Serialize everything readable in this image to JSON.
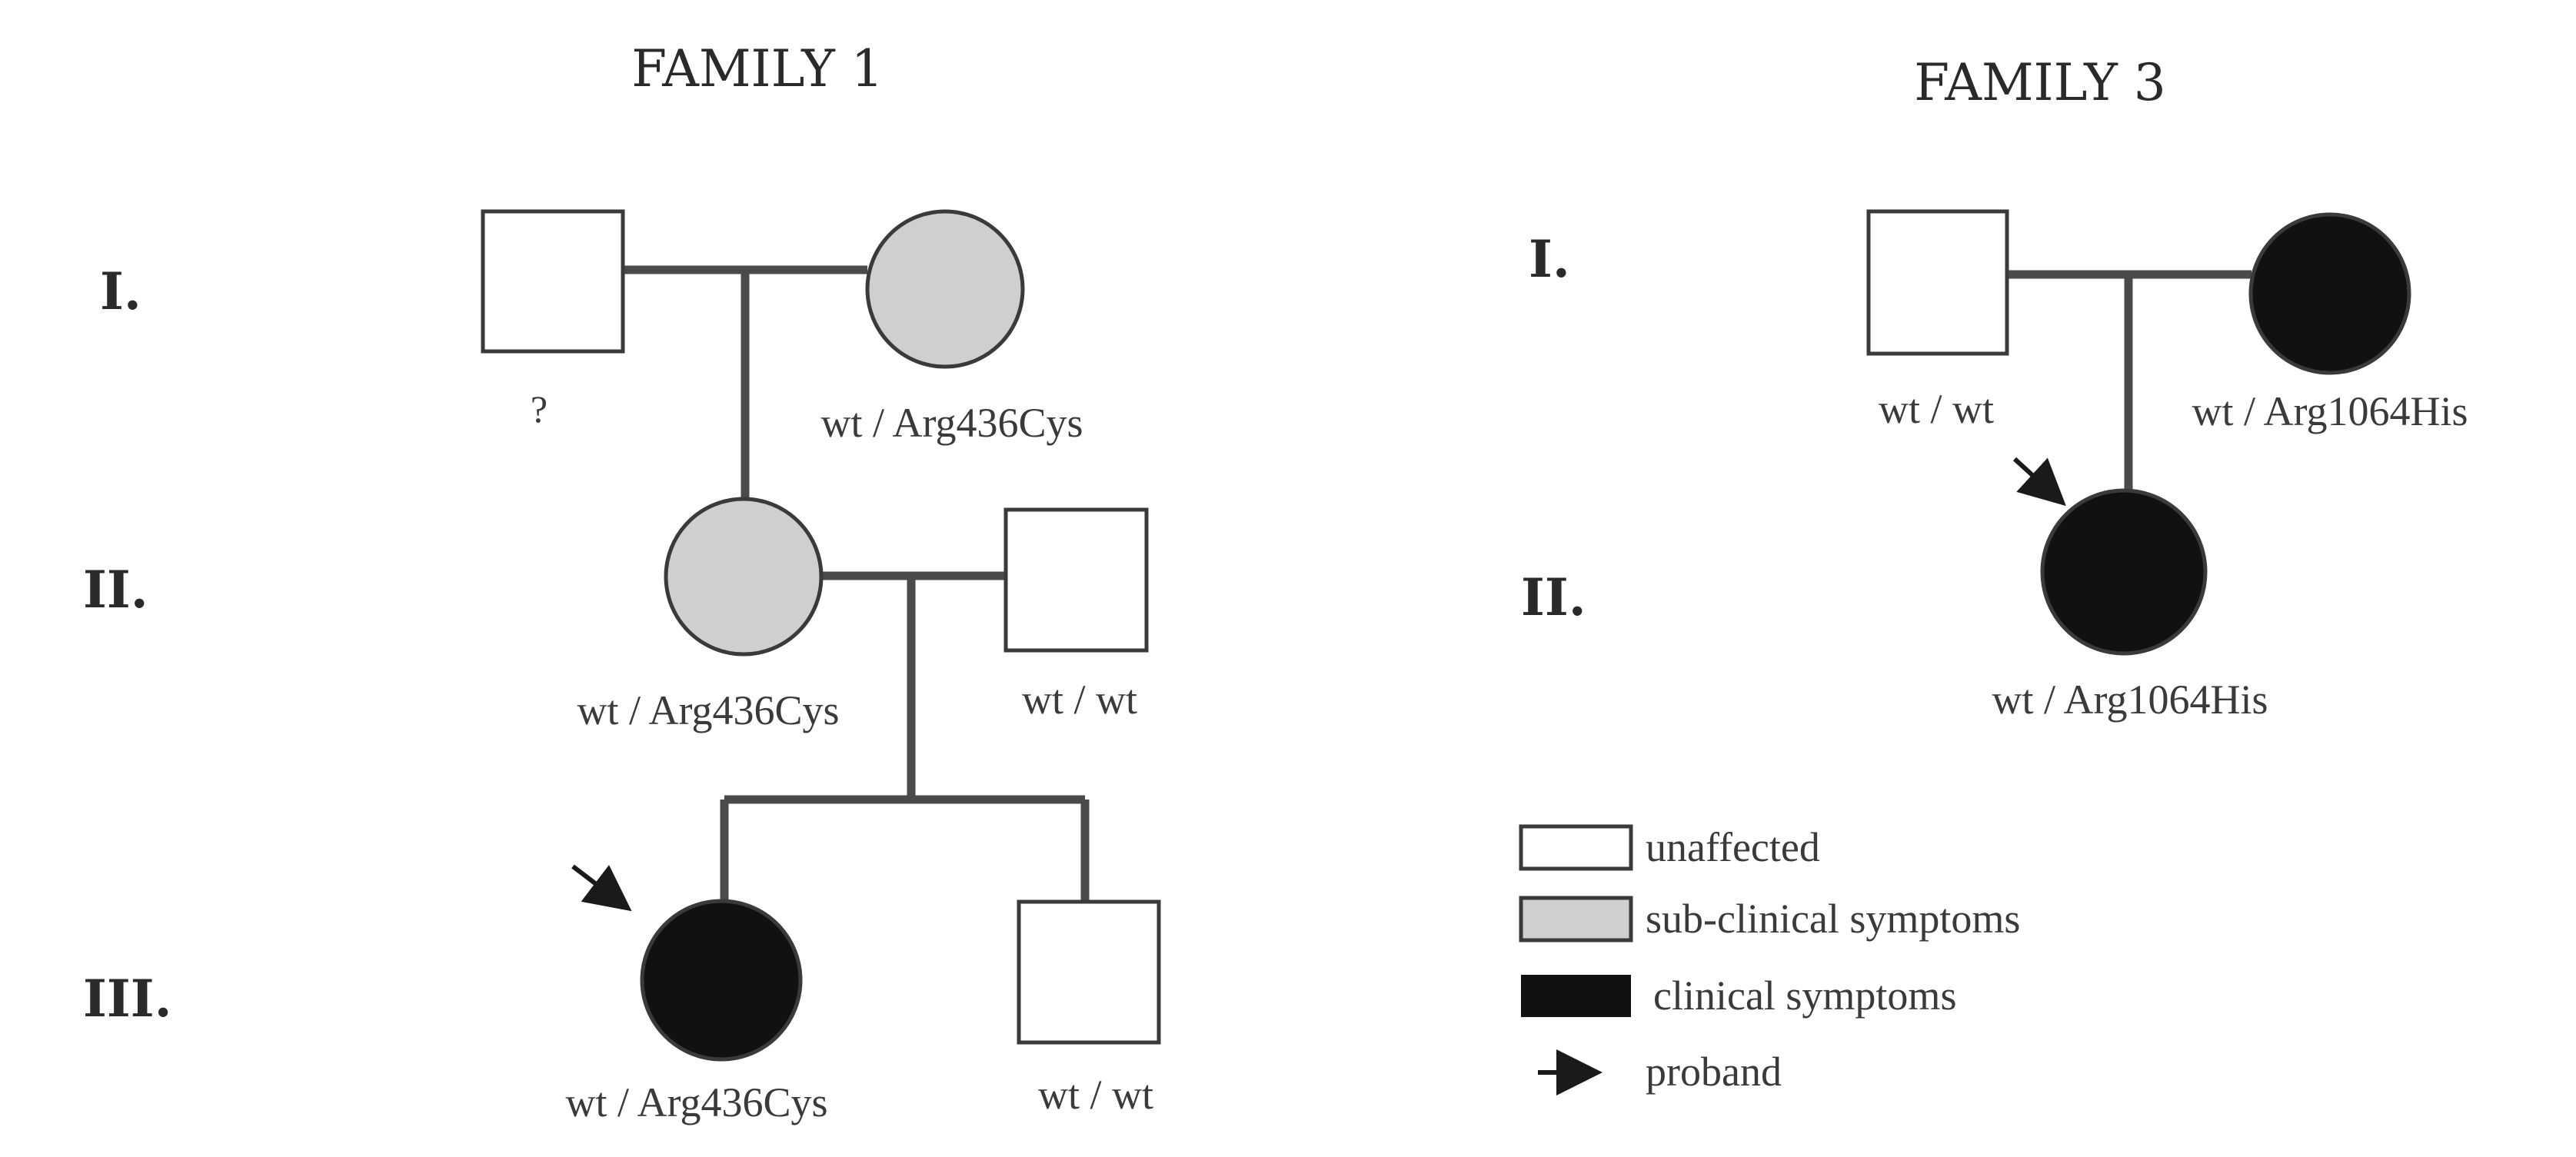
{
  "colors": {
    "unaffected": "#ffffff",
    "subclinical": "#cfcfcf",
    "clinical": "#111111",
    "line": "#4a4a4a"
  },
  "family1": {
    "title": "FAMILY 1",
    "generations": [
      "I.",
      "II.",
      "III."
    ],
    "individuals": {
      "i1_male": {
        "genotype": "?",
        "status": "unaffected"
      },
      "i1_female": {
        "genotype": "wt / Arg436Cys",
        "status": "subclinical"
      },
      "ii_female": {
        "genotype": "wt / Arg436Cys",
        "status": "subclinical"
      },
      "ii_male": {
        "genotype": "wt / wt",
        "status": "unaffected"
      },
      "iii_female": {
        "genotype": "wt / Arg436Cys",
        "status": "clinical",
        "proband": true
      },
      "iii_male": {
        "genotype": "wt / wt",
        "status": "unaffected"
      }
    }
  },
  "family3": {
    "title": "FAMILY 3",
    "generations": [
      "I.",
      "II."
    ],
    "individuals": {
      "i_male": {
        "genotype": "wt / wt",
        "status": "unaffected"
      },
      "i_female": {
        "genotype": "wt / Arg1064His",
        "status": "clinical"
      },
      "ii_female": {
        "genotype": "wt / Arg1064His",
        "status": "clinical",
        "proband": true
      }
    }
  },
  "legend": {
    "unaffected": "unaffected",
    "subclinical": "sub-clinical symptoms",
    "clinical": "clinical symptoms",
    "proband": "proband"
  }
}
